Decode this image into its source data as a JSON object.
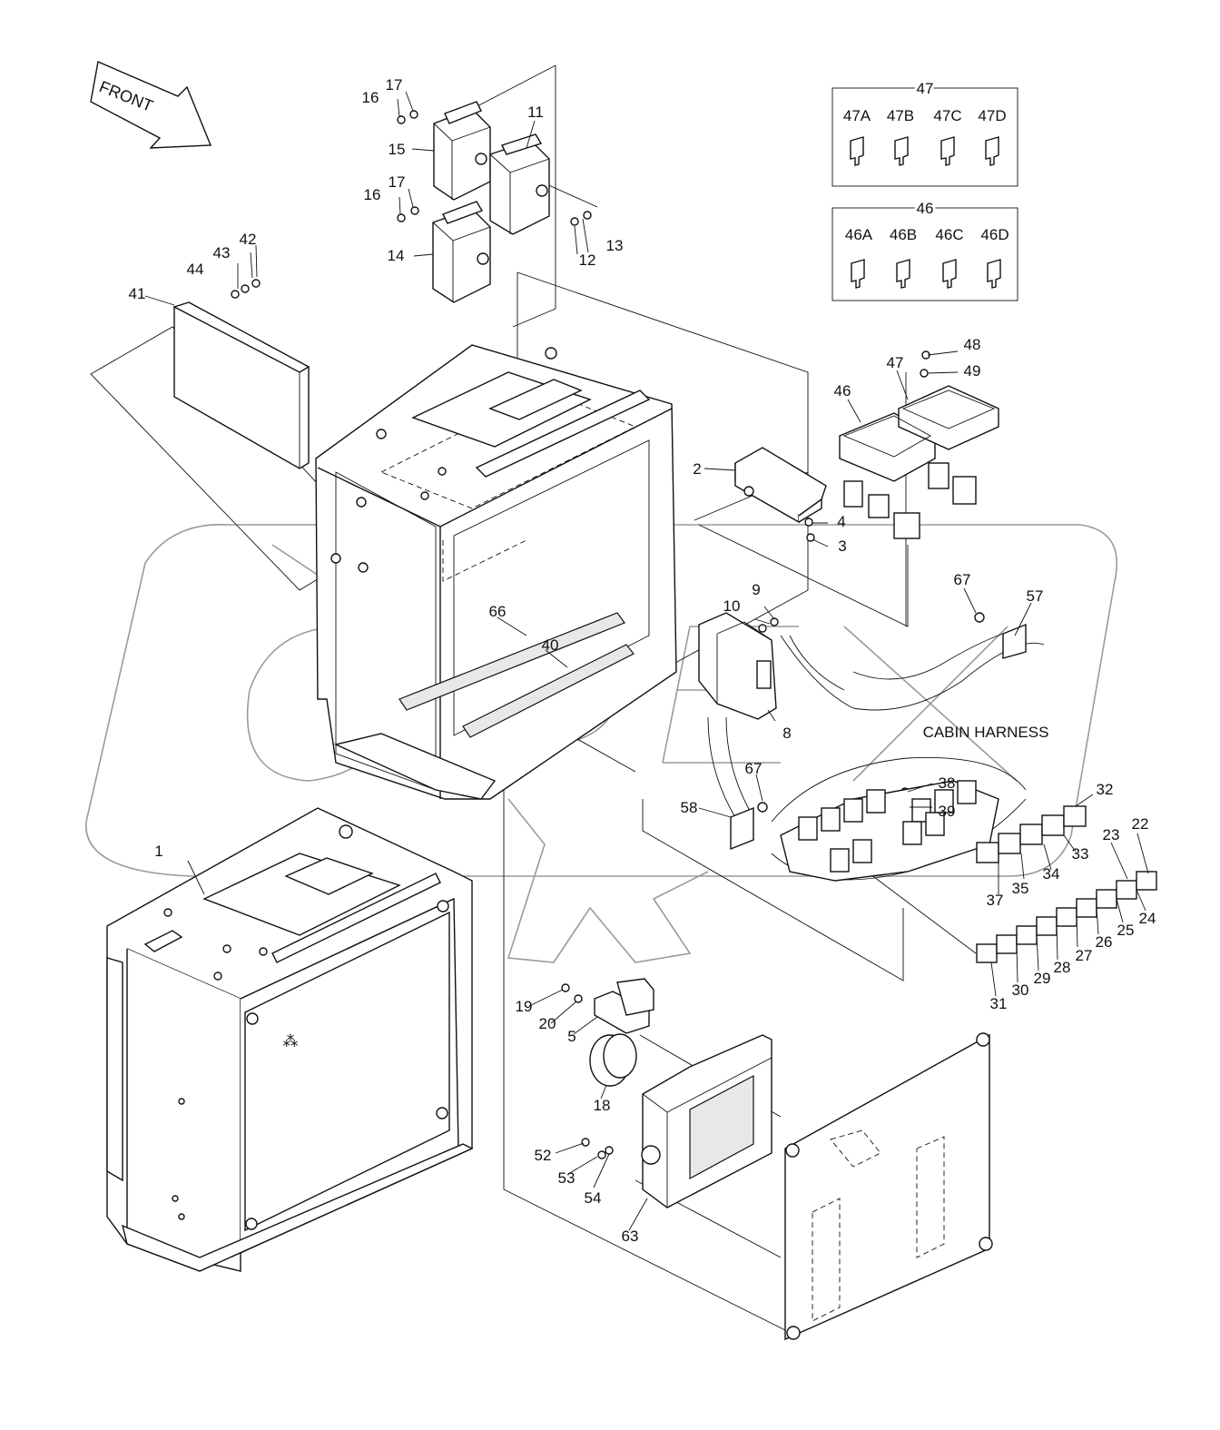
{
  "front_arrow_label": "FRONT",
  "cabin_harness_label": "CABIN HARNESS",
  "fuse_group_47": {
    "title": "47",
    "items": [
      "47A",
      "47B",
      "47C",
      "47D"
    ]
  },
  "fuse_group_46": {
    "title": "46",
    "items": [
      "46A",
      "46B",
      "46C",
      "46D"
    ]
  },
  "callouts": {
    "c1": "1",
    "c2": "2",
    "c3": "3",
    "c4": "4",
    "c5": "5",
    "c8": "8",
    "c9": "9",
    "c10": "10",
    "c11": "11",
    "c12": "12",
    "c13": "13",
    "c14": "14",
    "c15": "15",
    "c16a": "16",
    "c16b": "16",
    "c17a": "17",
    "c17b": "17",
    "c18": "18",
    "c19": "19",
    "c20": "20",
    "c22": "22",
    "c23": "23",
    "c24": "24",
    "c25": "25",
    "c26": "26",
    "c27": "27",
    "c28": "28",
    "c29": "29",
    "c30": "30",
    "c31": "31",
    "c32": "32",
    "c33": "33",
    "c34": "34",
    "c35": "35",
    "c37": "37",
    "c38": "38",
    "c39": "39",
    "c40": "40",
    "c41": "41",
    "c42": "42",
    "c43": "43",
    "c44": "44",
    "c46": "46",
    "c47": "47",
    "c48": "48",
    "c49": "49",
    "c52": "52",
    "c53": "53",
    "c54": "54",
    "c57": "57",
    "c58": "58",
    "c63": "63",
    "c66": "66",
    "c67a": "67",
    "c67b": "67"
  }
}
